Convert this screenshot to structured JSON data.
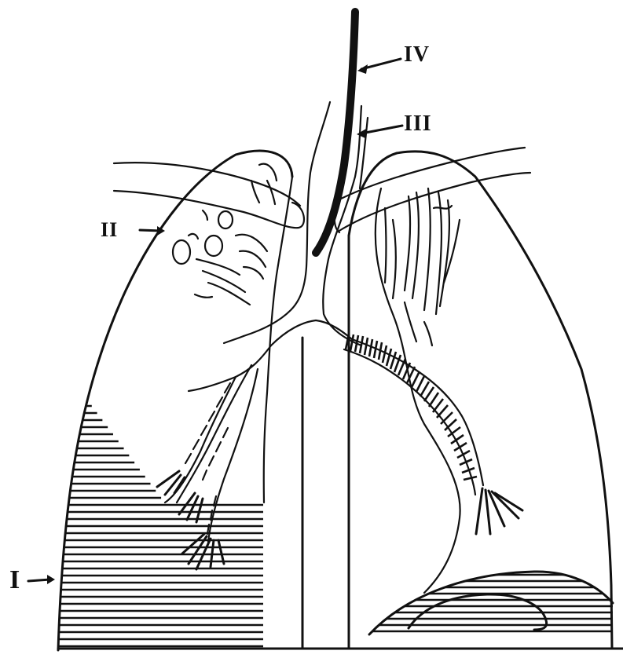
{
  "labels": {
    "l1": "I",
    "l2": "II",
    "l3": "III",
    "l4": "IV"
  },
  "colors": {
    "ink": "#111111",
    "paper": "#ffffff"
  }
}
